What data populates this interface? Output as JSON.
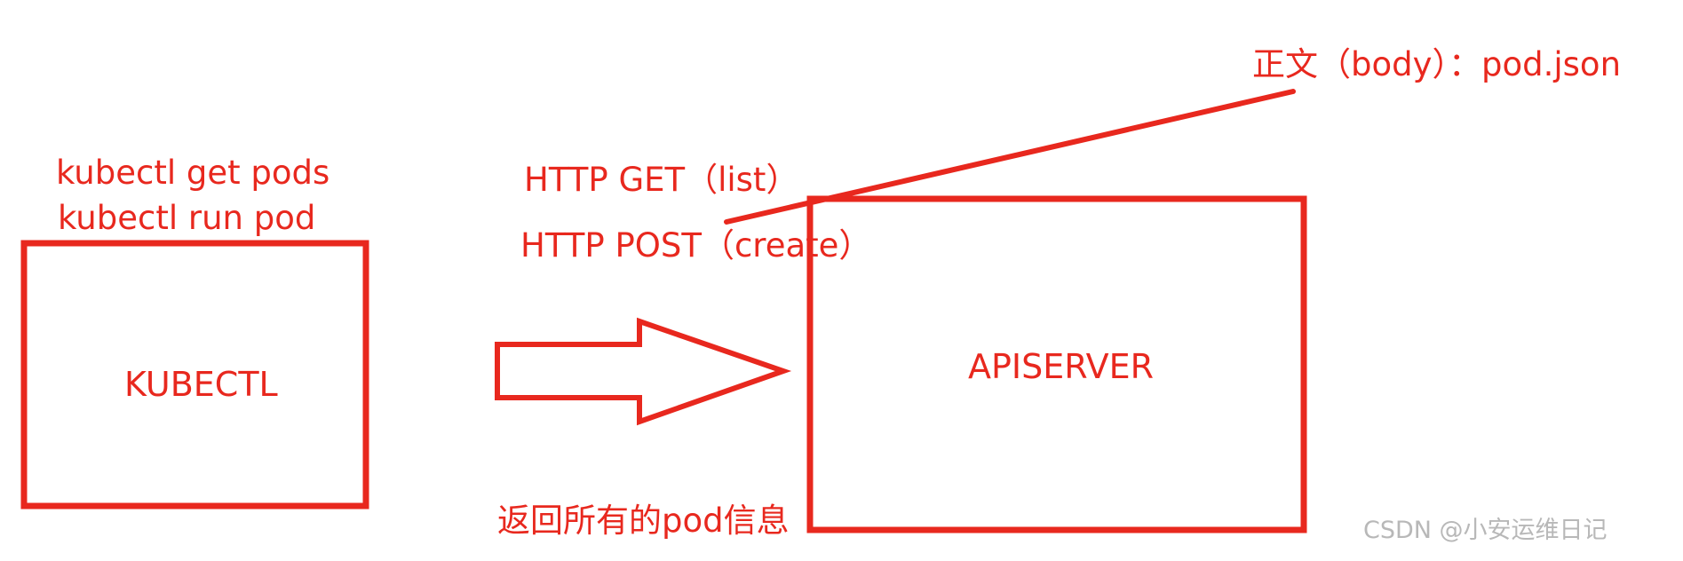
{
  "colors": {
    "ink": "#e8281e",
    "watermark": "#b8b8b8",
    "background": "#ffffff"
  },
  "commands": {
    "get_pods": "kubectl get pods",
    "run_pod": "kubectl run pod"
  },
  "client_box": {
    "label": "KUBECTL"
  },
  "server_box": {
    "label": "APISERVER"
  },
  "requests": {
    "get": "HTTP GET（list）",
    "post": "HTTP POST（create）"
  },
  "body_note": "正文（body）：pod.json",
  "response": "返回所有的pod信息",
  "watermark": "CSDN @小安运维日记"
}
